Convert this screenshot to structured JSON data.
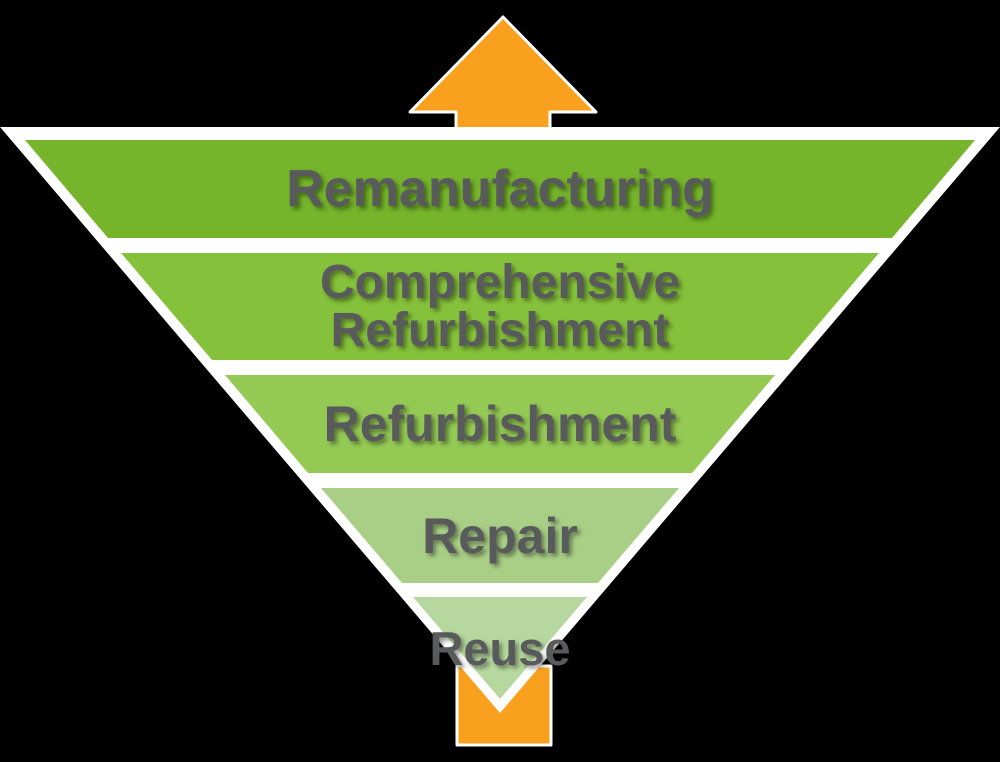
{
  "diagram": {
    "type": "inverted-pyramid-funnel",
    "background_color": "#000000",
    "outline_color": "#ffffff",
    "arrow_color": "#f9a11e",
    "label_color": "#595a5c",
    "arrow_direction": "up",
    "levels": [
      {
        "label": "Remanufacturing",
        "color": "#75b42b"
      },
      {
        "label": "Comprehensive Refurbishment",
        "color": "#85c13a"
      },
      {
        "label": "Refurbishment",
        "color": "#94c954"
      },
      {
        "label": "Repair",
        "color": "#a9cf86"
      },
      {
        "label": "Reuse",
        "color": "#b6d89e"
      }
    ]
  }
}
